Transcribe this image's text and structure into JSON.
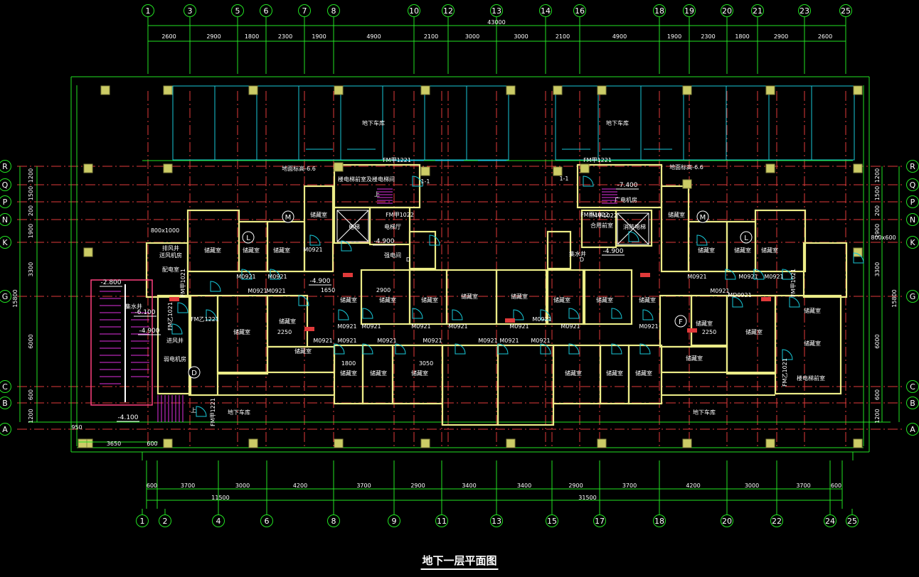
{
  "title": "地下一层平面图",
  "top_axes": [
    "1",
    "3",
    "5",
    "6",
    "7",
    "8",
    "10",
    "12",
    "13",
    "14",
    "16",
    "18",
    "19",
    "20",
    "21",
    "23",
    "25"
  ],
  "bottom_axes": [
    "1",
    "2",
    "4",
    "6",
    "8",
    "9",
    "11",
    "13",
    "15",
    "17",
    "18",
    "20",
    "22",
    "24",
    "25"
  ],
  "row_axes": [
    "R",
    "Q",
    "P",
    "N",
    "K",
    "G",
    "C",
    "B",
    "A"
  ],
  "top_dims": [
    "2600",
    "2900",
    "1800",
    "2300",
    "1900",
    "4900",
    "2100",
    "3000",
    "3000",
    "2100",
    "4900",
    "1900",
    "2300",
    "1800",
    "2900",
    "2600"
  ],
  "top_total": "43000",
  "bottom_dims": [
    "600",
    "3700",
    "3000",
    "4200",
    "3700",
    "2900",
    "3400",
    "3400",
    "2900",
    "3700",
    "4200",
    "3000",
    "3700",
    "600"
  ],
  "bottom_sub_left": "11500",
  "bottom_sub_right": "31500",
  "left_dims": [
    "1200",
    "1500",
    "200",
    "1900",
    "3300",
    "6000",
    "600",
    "1200"
  ],
  "left_total": "15800",
  "right_dims": [
    "1200",
    "1500",
    "200",
    "1900",
    "3300",
    "6000",
    "600",
    "1200"
  ],
  "right_total": "15800",
  "door_tags": [
    "M0921",
    "M0921",
    "M0921",
    "M0921",
    "M0921",
    "M0921",
    "M0921",
    "M0921",
    "M0921",
    "M0921",
    "M0921",
    "M0921",
    "M0921",
    "M0921",
    "M0921",
    "M0921",
    "M0921",
    "M0921",
    "M0921",
    "M0921",
    "M0921",
    "M0921",
    "M0921",
    "M0921",
    "MD0921"
  ],
  "fire_doors": [
    "FM甲1221",
    "FM甲1221",
    "FM甲1022",
    "FM甲1022",
    "FM甲1021",
    "FM甲1021",
    "FM乙1021",
    "FM乙1021",
    "FM甲1221",
    "FM乙1221"
  ],
  "rooms": [
    "储藏室",
    "储藏室",
    "储藏室",
    "储藏室",
    "储藏室",
    "储藏室",
    "储藏室",
    "储藏室",
    "储藏室",
    "储藏室",
    "储藏室",
    "储藏室",
    "储藏室",
    "储藏室",
    "储藏室",
    "储藏室",
    "储藏室",
    "储藏室",
    "储藏室",
    "储藏室",
    "储藏室",
    "储藏室",
    "储藏室",
    "储藏室",
    "储藏室",
    "储藏室",
    "储藏室",
    "储藏室",
    "储藏室",
    "储藏室"
  ],
  "labels": [
    "地下车库",
    "地下车库",
    "地下车库",
    "地下车库",
    "电梯",
    "消防电梯",
    "电梯厅",
    "合用前室",
    "强电间",
    "集水井",
    "集水井",
    "广电机房",
    "弱电机房",
    "进风井",
    "排风井",
    "送风机房",
    "配电室",
    "楼电梯前室",
    "楼电梯前室及楼电梯间"
  ],
  "elevations": [
    "-4.900",
    "-4.900",
    "-4.900",
    "-4.100",
    "-2.800",
    "-6.100",
    "-7.400",
    "-4.900"
  ],
  "misc_texts": [
    "地面标高-6.6",
    "地面标高-6.6",
    "D",
    "D",
    "L",
    "L",
    "M",
    "M",
    "F",
    "1-1",
    "1-1",
    "上",
    "上",
    "FM甲1022",
    "800x1000",
    "800x600",
    "2900",
    "1650",
    "3050",
    "1800",
    "2250",
    "2250",
    "3650",
    "600",
    "950"
  ]
}
